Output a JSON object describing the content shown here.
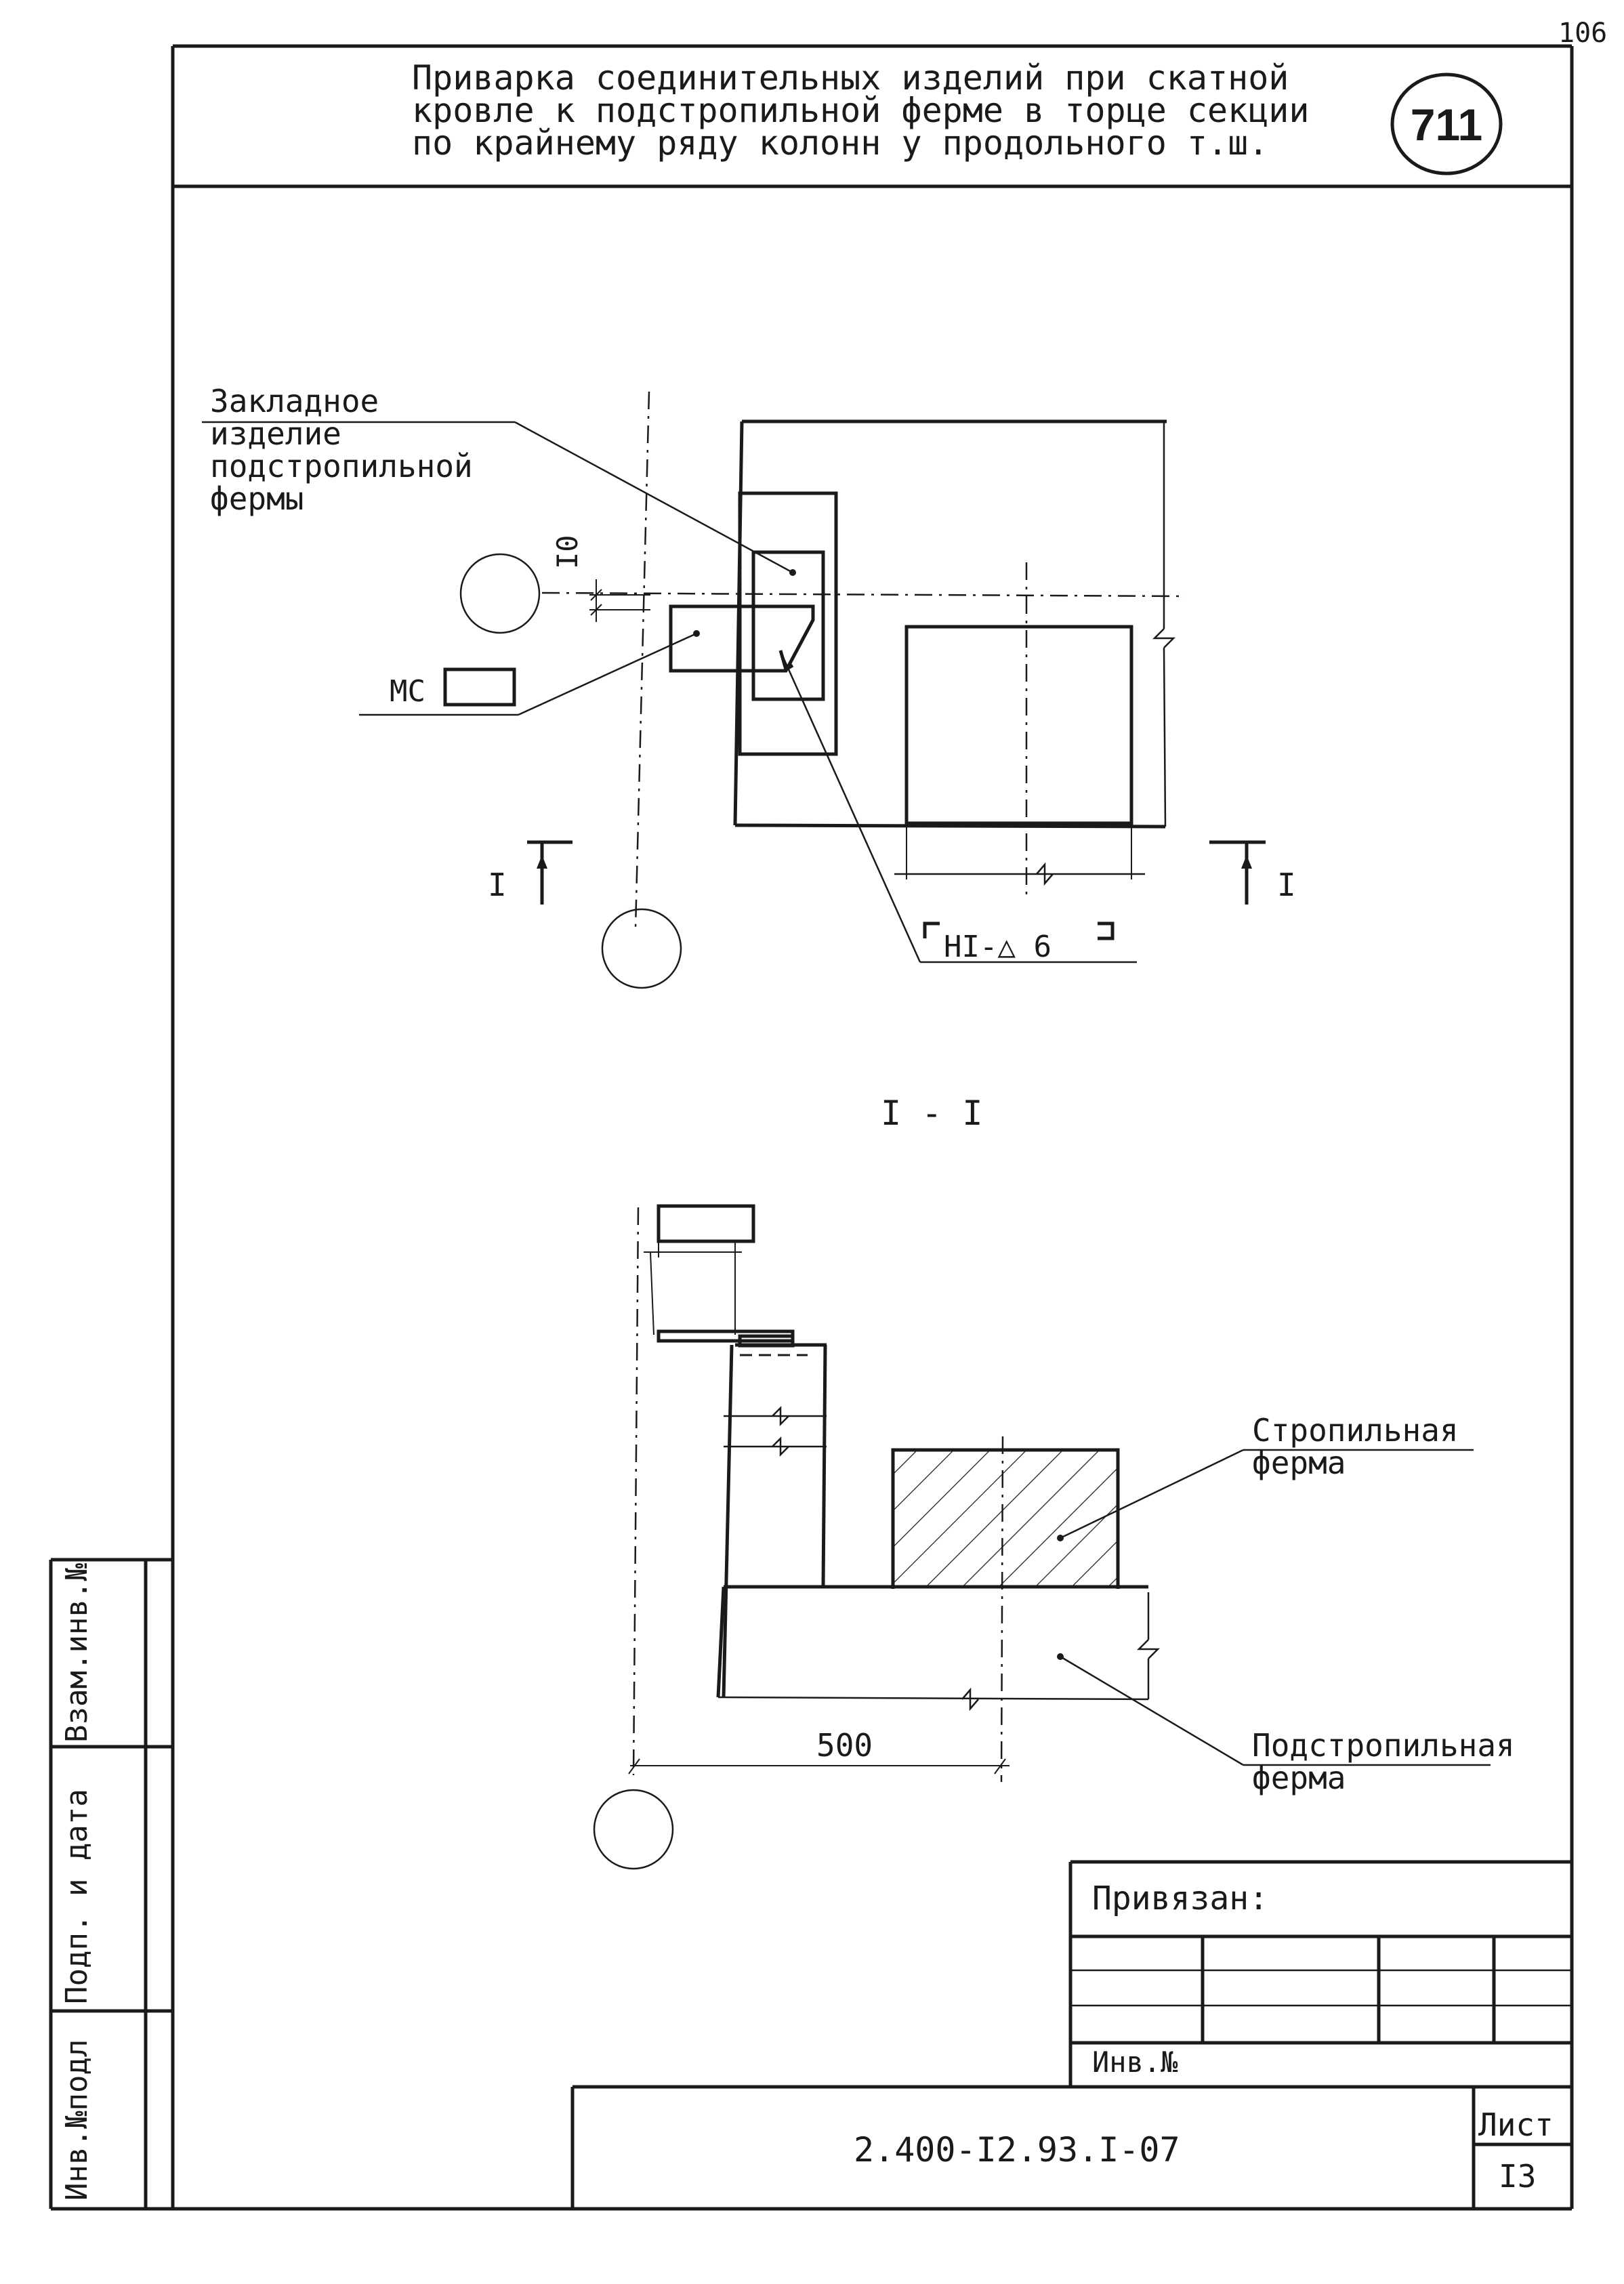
{
  "page_number": "106",
  "title": {
    "line1": "Приварка соединительных изделий при скатной",
    "line2": "кровле к подстропильной ферме в торце секции",
    "line3": "по крайнему ряду колонн у продольного т.ш."
  },
  "node_number": "711",
  "plan": {
    "label_embedded_line1": "Закладное",
    "label_embedded_line2": "изделие",
    "label_embedded_line3": "подстропильной",
    "label_embedded_line4": "фермы",
    "dim_10": "I0",
    "label_ms": "МС",
    "weld_label": "HI-△ 6",
    "section_mark_left": "I",
    "section_mark_right": "I"
  },
  "section": {
    "title": "I - I",
    "label_rafter_line1": "Стропильная",
    "label_rafter_line2": "ферма",
    "label_subrafter_line1": "Подстропильная",
    "label_subrafter_line2": "ферма",
    "dim_500": "500"
  },
  "side_stamp": {
    "inv_orig": "Инв.№подл",
    "sign_date": "Подп. и дата",
    "replace_inv": "Взам.инв.№"
  },
  "title_block": {
    "attached": "Привязан:",
    "inv_no": "Инв.№",
    "doc_code": "2.400-I2.93.I-07",
    "sheet_label": "Лист",
    "sheet_number": "I3"
  }
}
